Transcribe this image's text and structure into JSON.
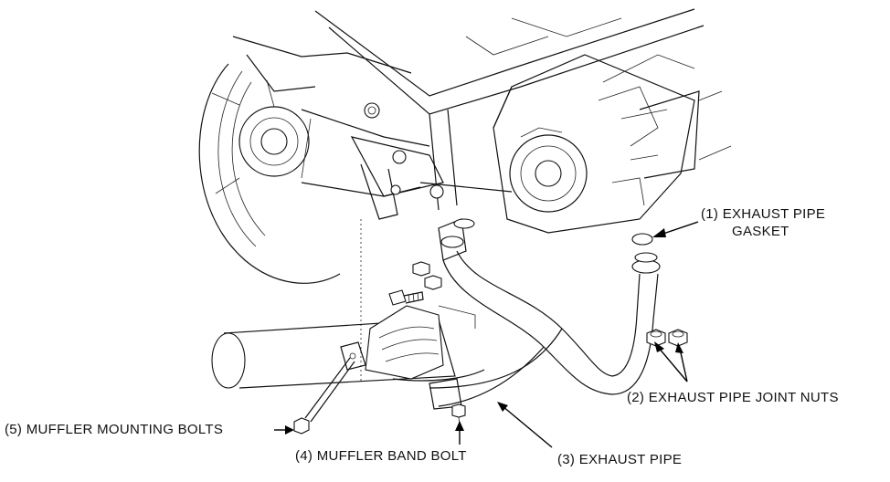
{
  "diagram": {
    "labels": {
      "exhaust_pipe_gasket_line1": "(1) EXHAUST PIPE",
      "exhaust_pipe_gasket_line2": "GASKET",
      "joint_nuts": "(2) EXHAUST PIPE JOINT NUTS",
      "exhaust_pipe": "(3) EXHAUST PIPE",
      "muffler_band_bolt": "(4) MUFFLER BAND BOLT",
      "muffler_mounting_bolts": "(5) MUFFLER MOUNTING BOLTS"
    }
  }
}
